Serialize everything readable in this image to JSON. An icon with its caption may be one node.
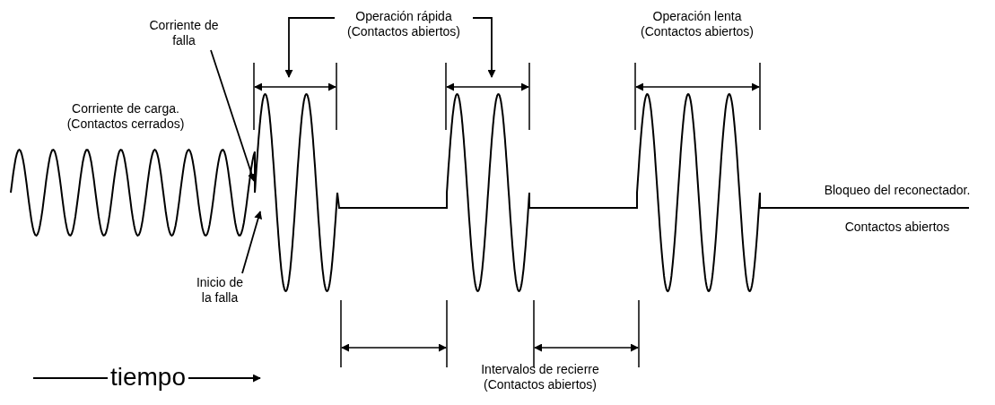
{
  "diagram": {
    "nodes": [
      {
        "text": [
          "Corriente de falla"
        ]
      },
      {
        "text": [
          "Inicio de la falla"
        ]
      },
      {
        "text": [
          "Operación rápida (Contactos abiertos)"
        ]
      }
    ],
    "edges": [
      {
        "from": 0,
        "to": null,
        "arrow": "to"
      },
      {
        "from": 1,
        "to": null,
        "arrow": "to"
      },
      {
        "from": 2,
        "to": null,
        "arrow": "to"
      },
      {
        "from": 2,
        "to": null,
        "arrow": "to"
      }
    ],
    "labels": [
      "Corriente de carga. (Contactos cerrados)",
      "Operación lenta (Contactos abiertos)",
      "Bloqueo del reconectador.",
      "Contactos abiertos",
      "Intervalos de recierre (Contactos abiertos)",
      "tiempo"
    ]
  }
}
